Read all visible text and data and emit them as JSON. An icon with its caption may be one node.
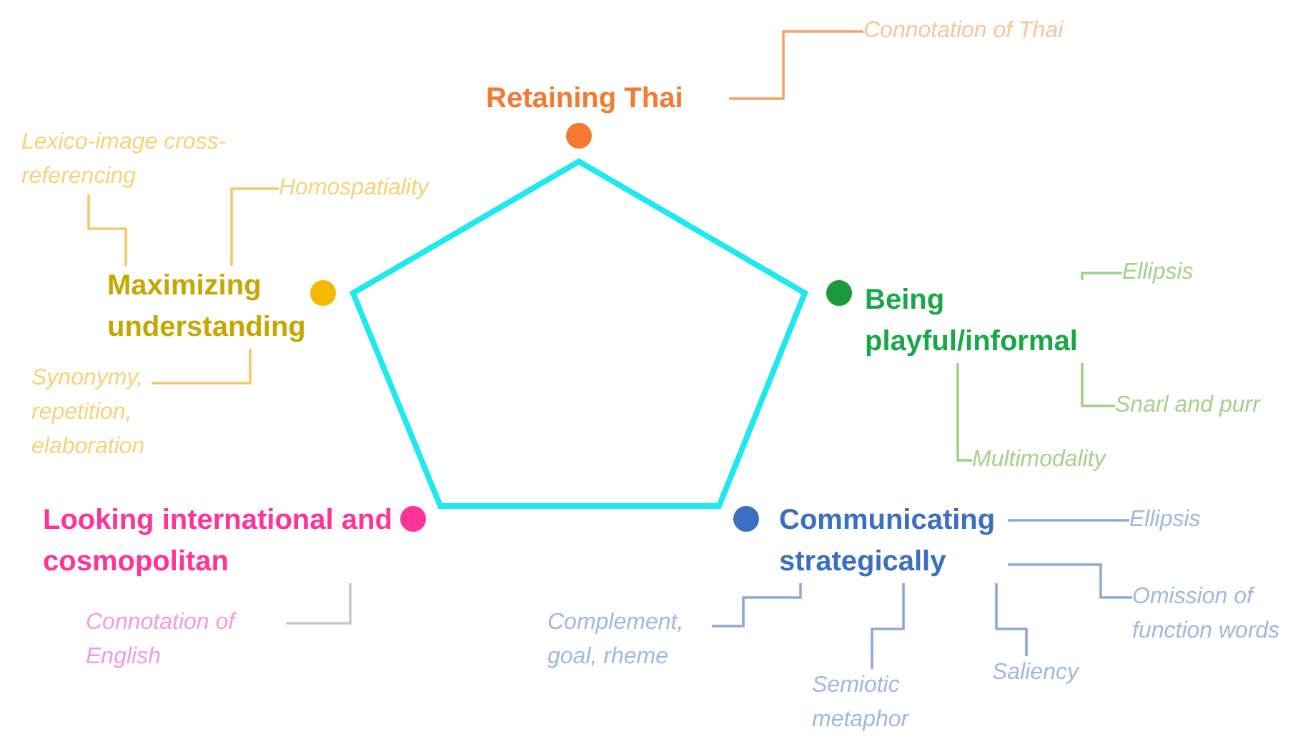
{
  "diagram": {
    "nodes": [
      {
        "text": [
          "Retaining Thai"
        ]
      },
      {
        "text": [
          "Connotation of Thai"
        ]
      },
      {
        "text": [
          "Maximizing understanding"
        ]
      },
      {
        "text": [
          "Lexico-image cross-referencing"
        ]
      },
      {
        "text": [
          "Homospatiality"
        ]
      },
      {
        "text": [
          "Synonymy, repetition, elaboration"
        ]
      },
      {
        "text": [
          "Being playful/informal"
        ]
      },
      {
        "text": [
          "Ellipsis"
        ]
      },
      {
        "text": [
          "Snarl and purr"
        ]
      },
      {
        "text": [
          "Multimodality"
        ]
      },
      {
        "text": [
          "Looking international and cosmopolitan"
        ]
      },
      {
        "text": [
          "Connotation of English"
        ]
      },
      {
        "text": [
          "Communicating strategically"
        ]
      },
      {
        "text": [
          "Ellipsis"
        ]
      },
      {
        "text": [
          "Omission of function words"
        ]
      },
      {
        "text": [
          "Complement, goal, rheme"
        ]
      },
      {
        "text": [
          "Semiotic metaphor"
        ]
      },
      {
        "text": [
          "Saliency"
        ]
      }
    ],
    "edges": [
      {
        "from": 1,
        "to": 0,
        "arrow": "none",
        "color": "#f4a46a"
      },
      {
        "from": 3,
        "to": 2,
        "arrow": "none",
        "color": "#f5c96a"
      },
      {
        "from": 4,
        "to": 2,
        "arrow": "none",
        "color": "#f5c96a"
      },
      {
        "from": 5,
        "to": 2,
        "arrow": "none",
        "color": "#f5c96a"
      },
      {
        "from": 7,
        "to": 6,
        "arrow": "none",
        "color": "#9fd08a"
      },
      {
        "from": 8,
        "to": 6,
        "arrow": "none",
        "color": "#9fd08a"
      },
      {
        "from": 9,
        "to": 6,
        "arrow": "none",
        "color": "#9fd08a"
      },
      {
        "from": 11,
        "to": 10,
        "arrow": "none",
        "color": "#c8c8c8"
      },
      {
        "from": 13,
        "to": 12,
        "arrow": "none"
      },
      {
        "from": 14,
        "to": 12,
        "arrow": "none"
      },
      {
        "from": 15,
        "to": 12,
        "arrow": "none"
      },
      {
        "from": 16,
        "to": 12,
        "arrow": "none"
      },
      {
        "from": 17,
        "to": 12,
        "arrow": "none"
      }
    ]
  }
}
